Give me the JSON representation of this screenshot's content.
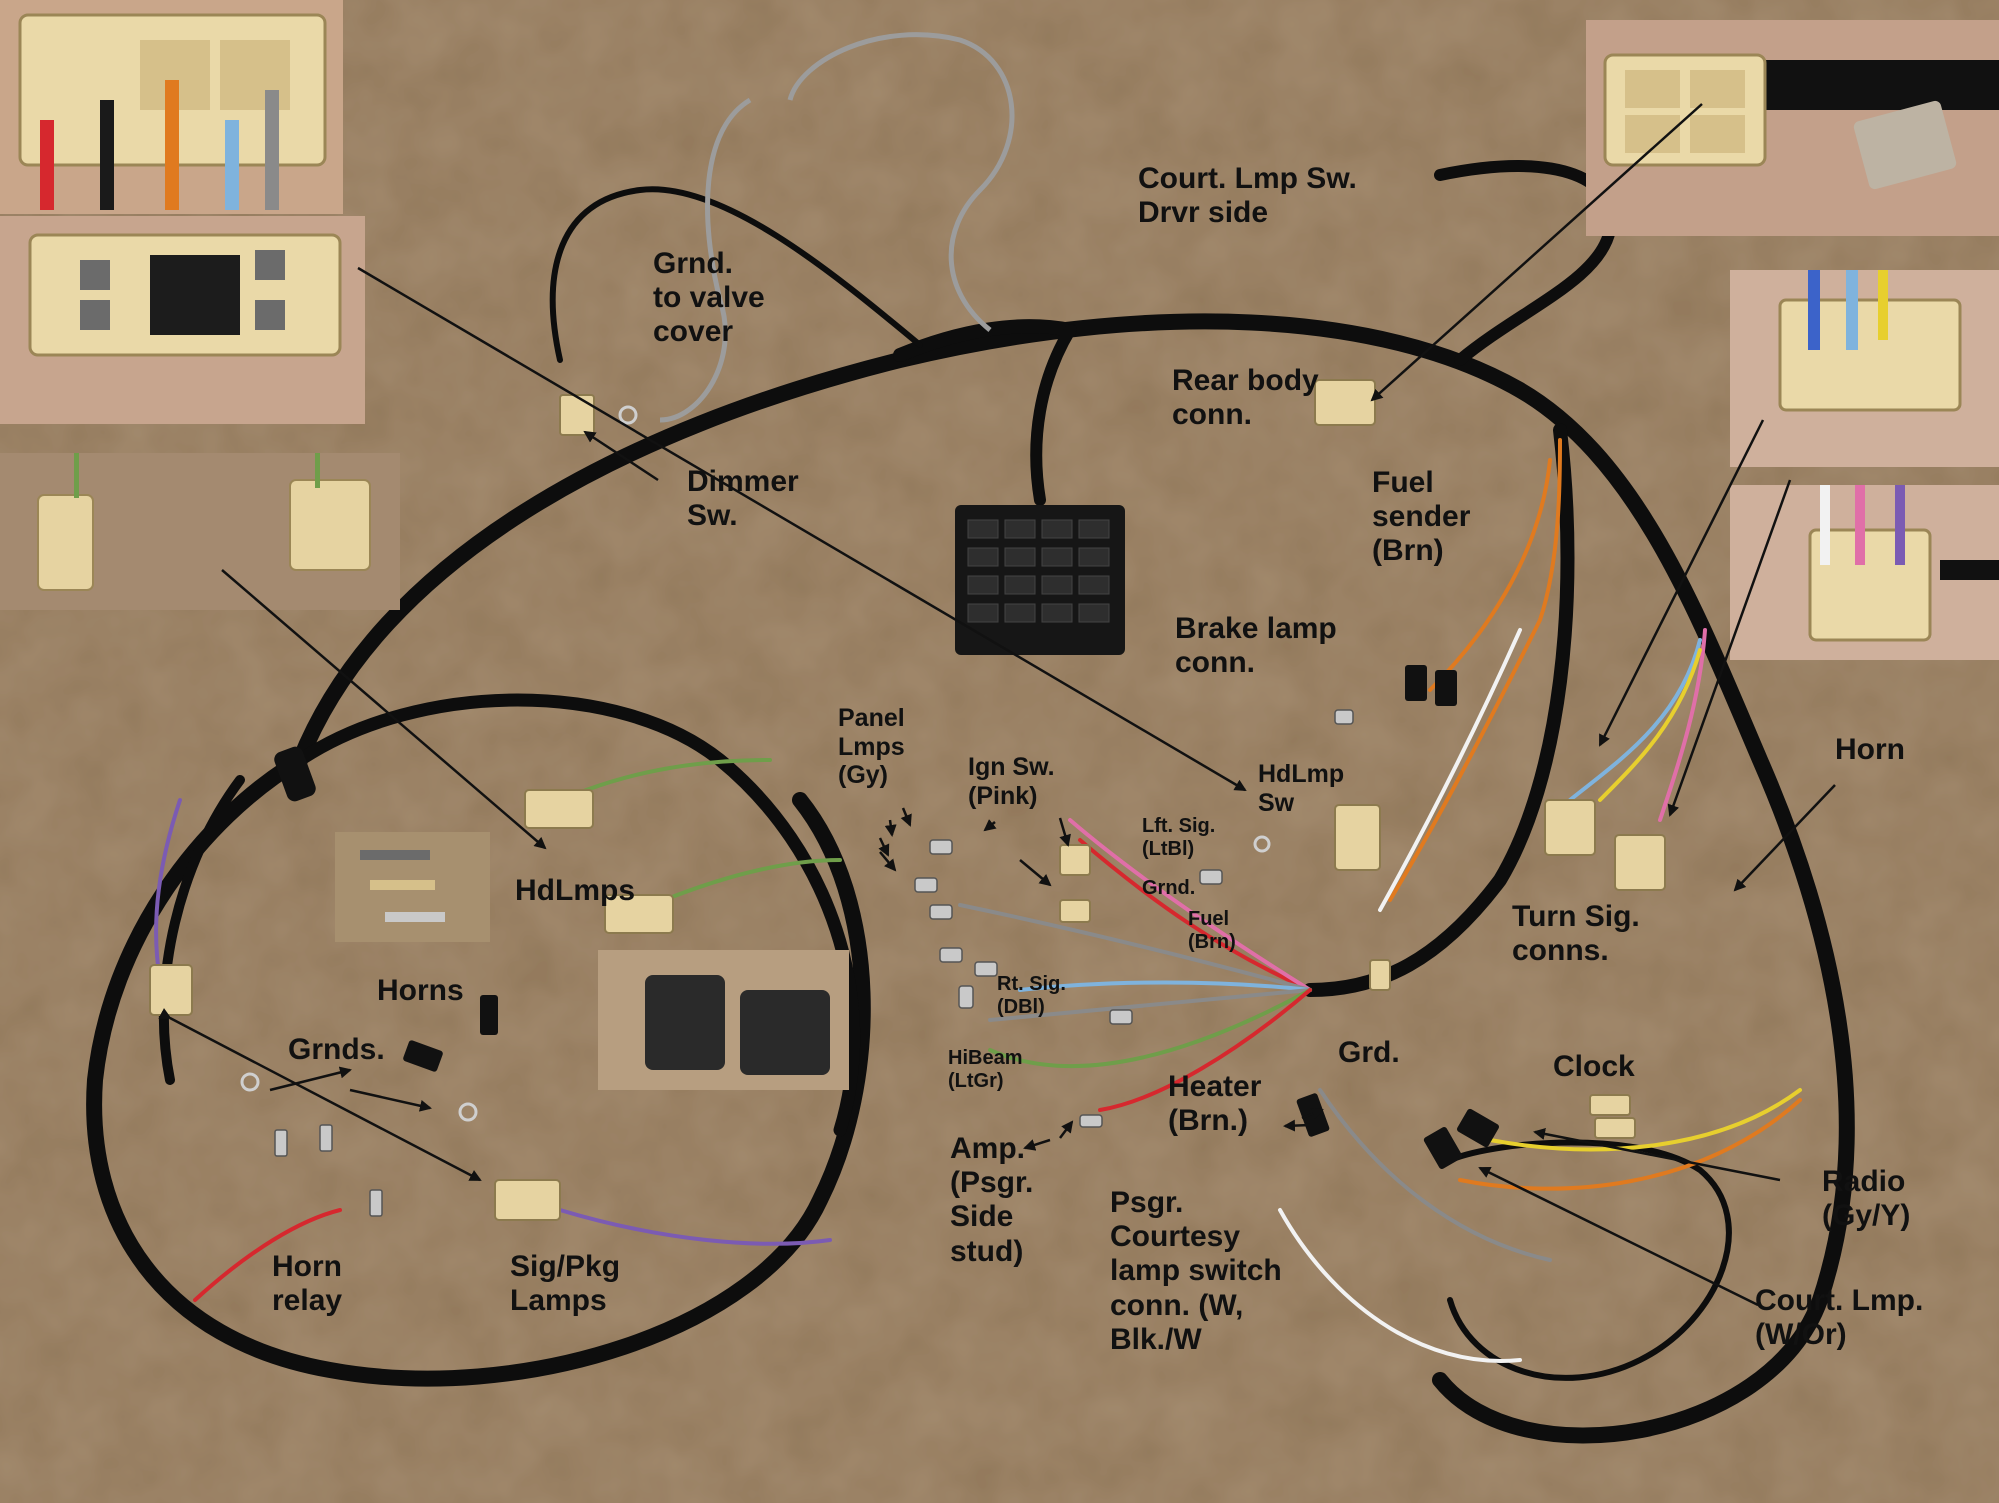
{
  "labels": {
    "grnd_valve_cover": [
      "Grnd.",
      "to valve",
      "cover"
    ],
    "court_lmp_drvr": [
      "Court. Lmp Sw.",
      "Drvr side"
    ],
    "rear_body_conn": [
      "Rear body",
      "conn."
    ],
    "dimmer_sw": [
      "Dimmer",
      "Sw."
    ],
    "fuel_sender": [
      "Fuel",
      "sender",
      "(Brn)"
    ],
    "brake_lamp_conn": [
      "Brake lamp",
      "conn."
    ],
    "panel_lmps": [
      "Panel",
      "Lmps",
      "(Gy)"
    ],
    "ign_sw": [
      "Ign Sw.",
      "(Pink)"
    ],
    "hdlmp_sw": [
      "HdLmp",
      "Sw"
    ],
    "horn_right": [
      "Horn"
    ],
    "lft_sig": [
      "Lft. Sig.",
      "(LtBl)"
    ],
    "grnd_small": [
      "Grnd."
    ],
    "fuel_small": [
      "Fuel",
      "(Brn)"
    ],
    "hdlmps": [
      "HdLmps"
    ],
    "horns": [
      "Horns"
    ],
    "grnds": [
      "Grnds."
    ],
    "turn_sig_conns": [
      "Turn Sig.",
      "conns."
    ],
    "rt_sig": [
      "Rt. Sig.",
      "(DBl)"
    ],
    "hibeam": [
      "HiBeam",
      "(LtGr)"
    ],
    "grd": [
      "Grd."
    ],
    "heater": [
      "Heater",
      "(Brn.)"
    ],
    "clock": [
      "Clock"
    ],
    "radio": [
      "Radio",
      "(Gy/Y)"
    ],
    "amp": [
      "Amp.",
      "(Psgr.",
      "Side",
      "stud)"
    ],
    "psgr_courtesy": [
      "Psgr.",
      "Courtesy",
      "lamp switch",
      "conn. (W,",
      "Blk./W"
    ],
    "court_lmp_wor": [
      "Court. Lmp.",
      "(W/Or)"
    ],
    "horn_relay": [
      "Horn",
      "relay"
    ],
    "sig_pkg_lamps": [
      "Sig/Pkg",
      "Lamps"
    ]
  },
  "colors": {
    "carpet": "#9a8164",
    "harness": "#0d0d0d",
    "connector": "#e6d3a1",
    "wire_red": "#d6282e",
    "wire_orange": "#e07a1f",
    "wire_gray": "#8a8a8a",
    "wire_lightblue": "#7fb3dd",
    "wire_pink": "#e06fa8",
    "wire_purple": "#7b5bb3",
    "wire_green": "#6f9e4a",
    "wire_white": "#f2f2f2",
    "wire_yellow": "#e7cf2e",
    "arrow": "#111111"
  }
}
